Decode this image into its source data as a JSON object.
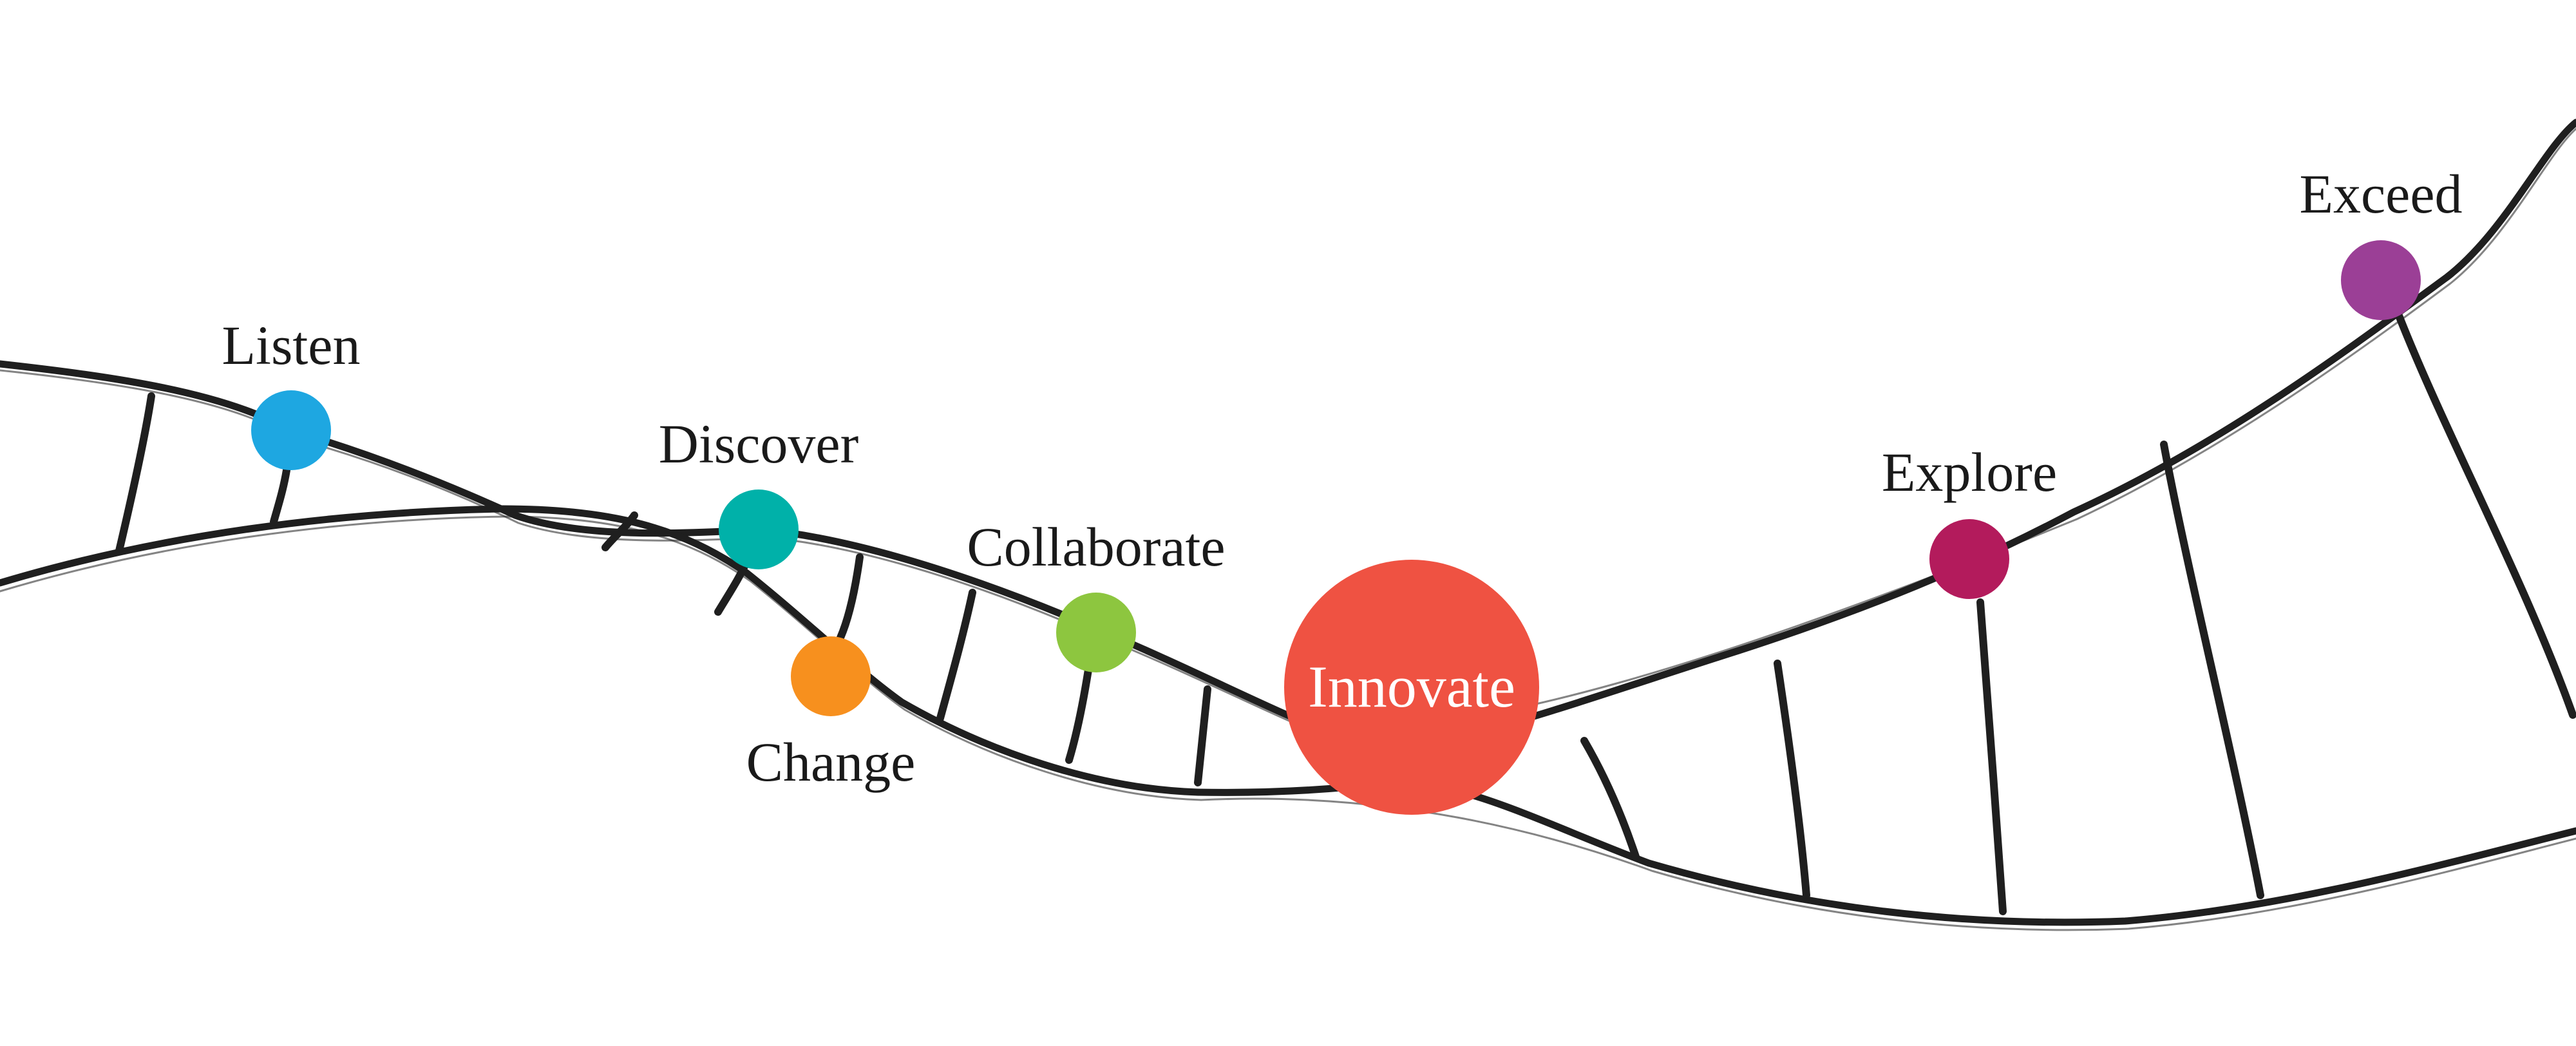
{
  "diagram": {
    "nodes": [
      {
        "id": "listen",
        "label": "Listen",
        "color": "#1ea7e1"
      },
      {
        "id": "discover",
        "label": "Discover",
        "color": "#00b1a9"
      },
      {
        "id": "change",
        "label": "Change",
        "color": "#f7901e"
      },
      {
        "id": "collaborate",
        "label": "Collaborate",
        "color": "#8dc63f"
      },
      {
        "id": "innovate",
        "label": "Innovate",
        "color": "#ef5242"
      },
      {
        "id": "explore",
        "label": "Explore",
        "color": "#b31b5c"
      },
      {
        "id": "exceed",
        "label": "Exceed",
        "color": "#9b3f96"
      }
    ],
    "strand_color": "#1f1f1f"
  }
}
